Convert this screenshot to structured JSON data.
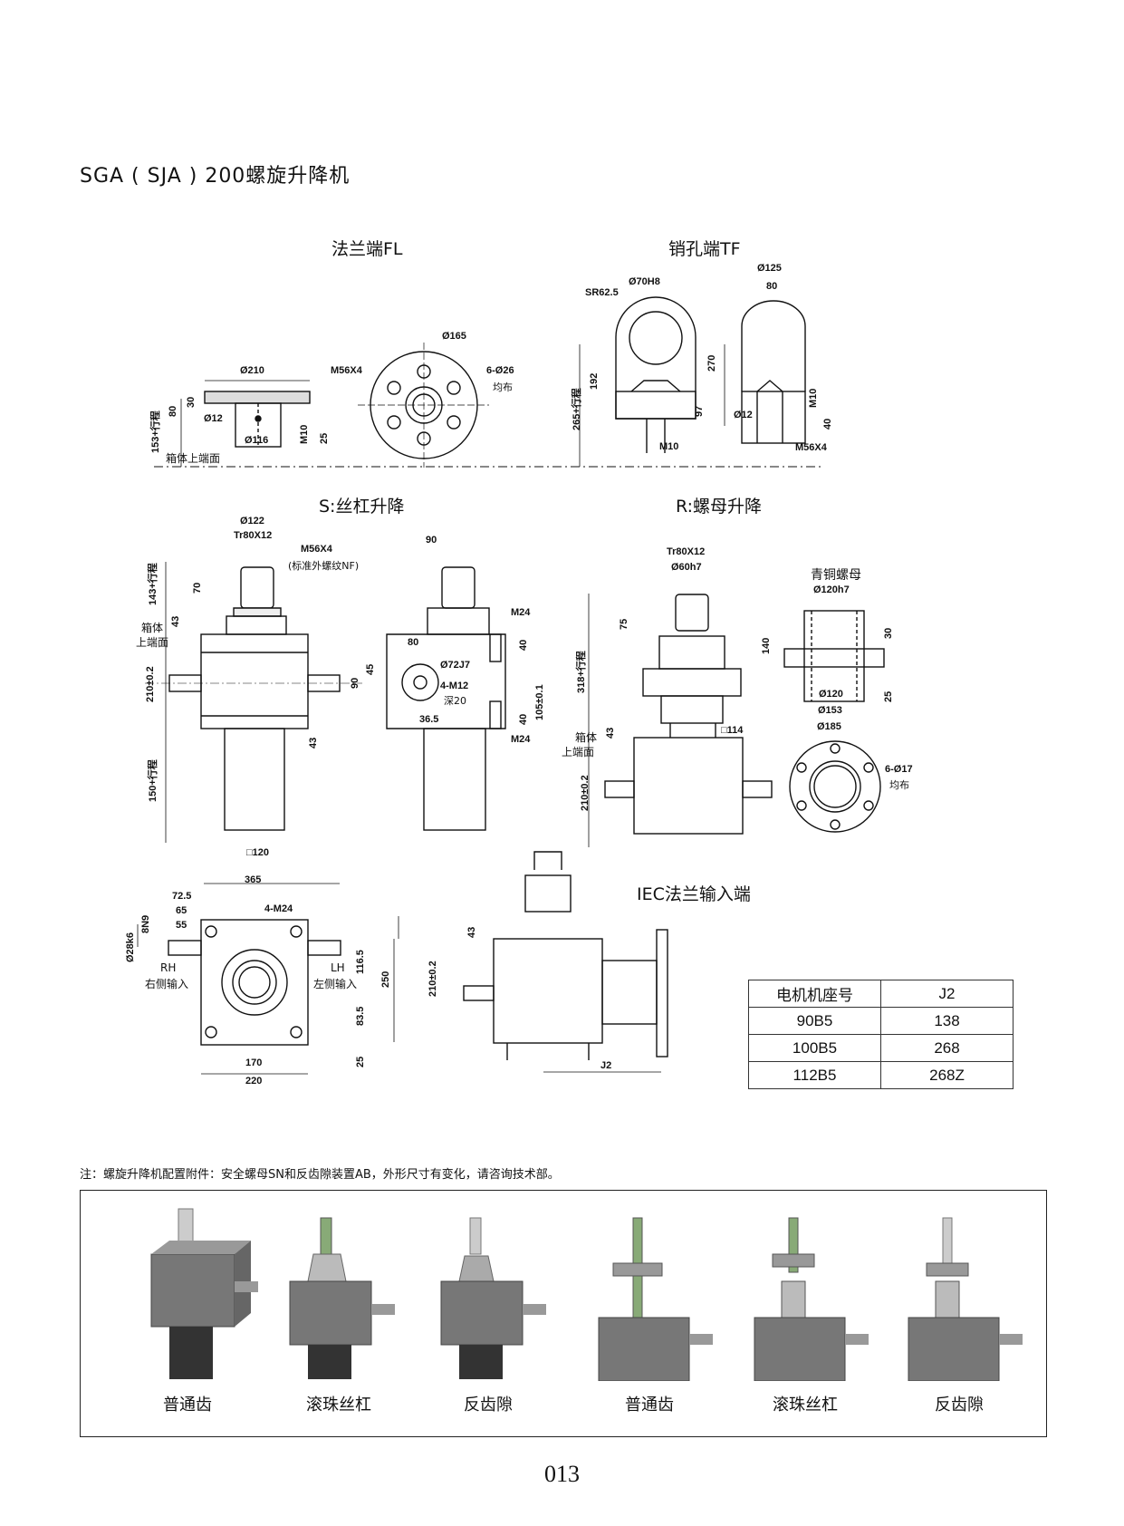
{
  "title": "SGA ( SJA ) 200螺旋升降机",
  "sections": {
    "flange_end": "法兰端FL",
    "pin_end": "销孔端TF",
    "screw_lift": "S:丝杠升降",
    "nut_lift": "R:螺母升降",
    "iec_input": "IEC法兰输入端",
    "bronze_nut": "青铜螺母"
  },
  "flange_dims": {
    "d210": "Ø210",
    "d165": "Ø165",
    "m56": "M56X4",
    "holes": "6-Ø26",
    "even": "均布",
    "d12": "Ø12",
    "d116": "Ø116",
    "m10": "M10",
    "h25": "25",
    "h30": "30",
    "h80": "80",
    "stroke": "153+行程",
    "box_top": "箱体上端面"
  },
  "pin_dims": {
    "d70": "Ø70H8",
    "sr": "SR62.5",
    "d125": "Ø125",
    "w80": "80",
    "h192": "192",
    "h270": "270",
    "h97": "97",
    "stroke": "265+行程",
    "m10": "M10",
    "d12": "Ø12",
    "m10b": "M10",
    "h40": "40",
    "m56": "M56X4"
  },
  "s_dims": {
    "d122": "Ø122",
    "tr": "Tr80X12",
    "m56": "M56X4",
    "nf": "(标准外螺纹NF)",
    "h70": "70",
    "stroke_top": "143+行程",
    "h43": "43",
    "box": "箱体",
    "top_face": "上端面",
    "h210": "210±0.2",
    "h43b": "43",
    "stroke_bot": "150+行程",
    "sq120": "□120",
    "w90": "90",
    "m24": "M24",
    "w80": "80",
    "h40": "40",
    "h45": "45",
    "h90": "90",
    "d72": "Ø72J7",
    "m12": "4-M12",
    "depth": "深20",
    "w36": "36.5",
    "h105": "105±0.1",
    "h40b": "40",
    "m24b": "M24"
  },
  "r_dims": {
    "tr": "Tr80X12",
    "d60": "Ø60h7",
    "h75": "75",
    "stroke": "318+行程",
    "h43": "43",
    "box": "箱体",
    "top_face": "上端面",
    "sq114": "□114",
    "h210": "210±0.2",
    "d120h7": "Ø120h7",
    "h140": "140",
    "h30": "30",
    "d120": "Ø120",
    "d153": "Ø153",
    "d185": "Ø185",
    "h25": "25",
    "holes": "6-Ø17",
    "even": "均布"
  },
  "bottom_dims": {
    "w365": "365",
    "w72": "72.5",
    "w65": "65",
    "w55": "55",
    "m24": "4-M24",
    "n9": "8N9",
    "k6": "Ø28k6",
    "rh": "RH",
    "rh_cn": "右侧输入",
    "lh": "LH",
    "lh_cn": "左侧输入",
    "h116": "116.5",
    "h250": "250",
    "h83": "83.5",
    "h25": "25",
    "w170": "170",
    "w220": "220",
    "h43": "43",
    "h210": "210±0.2",
    "j2": "J2"
  },
  "motor_table": {
    "headers": [
      "电机机座号",
      "J2"
    ],
    "rows": [
      [
        "90B5",
        "138"
      ],
      [
        "100B5",
        "268"
      ],
      [
        "112B5",
        "268Z"
      ]
    ]
  },
  "note": "注：螺旋升降机配置附件：安全螺母SN和反齿隙装置AB，外形尺寸有变化，请咨询技术部。",
  "products": [
    {
      "label": "普通齿"
    },
    {
      "label": "滚珠丝杠"
    },
    {
      "label": "反齿隙"
    },
    {
      "label": "普通齿"
    },
    {
      "label": "滚珠丝杠"
    },
    {
      "label": "反齿隙"
    }
  ],
  "page_number": "013"
}
